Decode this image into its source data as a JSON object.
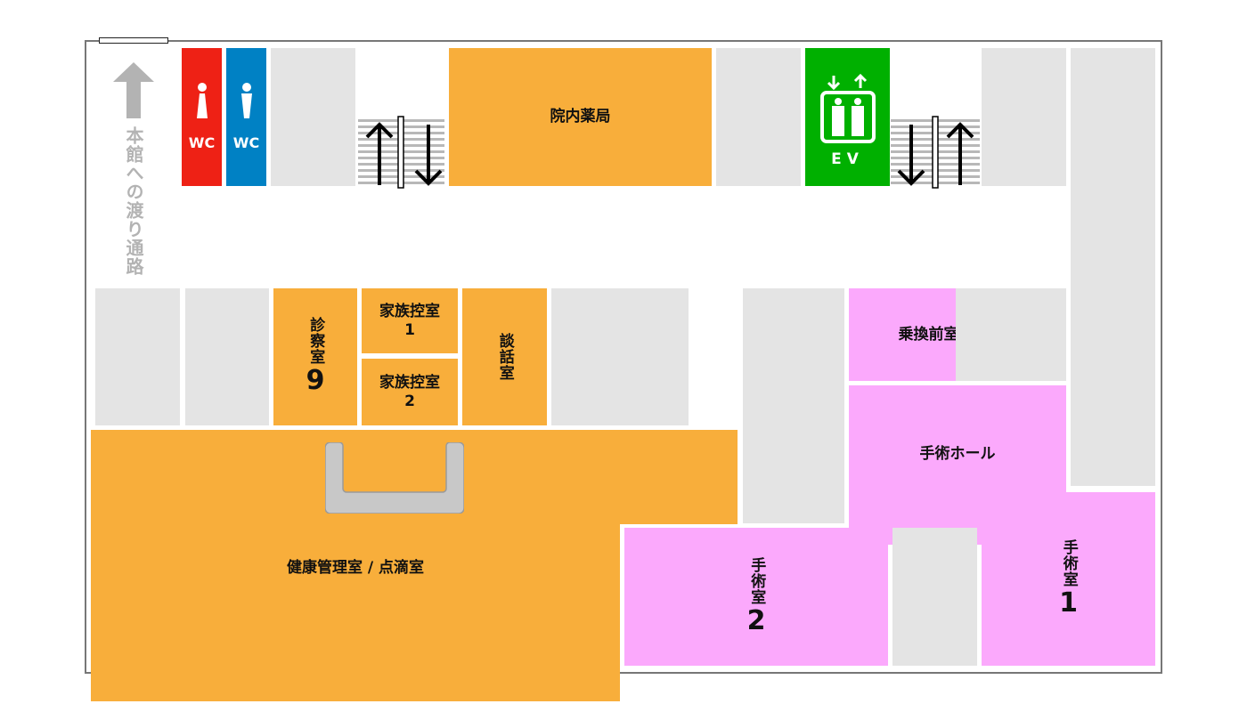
{
  "corridor_label": "本館への渡り通路",
  "restrooms": [
    {
      "label": "WC",
      "gender": "female",
      "color": "#ee2115"
    },
    {
      "label": "WC",
      "gender": "male",
      "color": "#0081c4"
    }
  ],
  "elevator": {
    "label": "EV",
    "color": "#00b000"
  },
  "rooms": {
    "pharmacy": "院内薬局",
    "exam9": {
      "name": "診察室",
      "num": "9"
    },
    "family1": {
      "name": "家族控室",
      "num": "1"
    },
    "family2": {
      "name": "家族控室",
      "num": "2"
    },
    "lounge": "談話室",
    "transfer": "乗換前室",
    "or_hall": "手術ホール",
    "or1": {
      "name": "手術室",
      "num": "1"
    },
    "or2": {
      "name": "手術室",
      "num": "2"
    },
    "health": "健康管理室 / 点滴室"
  },
  "colors": {
    "orange": "#f8ae3b",
    "pink": "#fba9fc",
    "grey": "#e4e4e4"
  }
}
